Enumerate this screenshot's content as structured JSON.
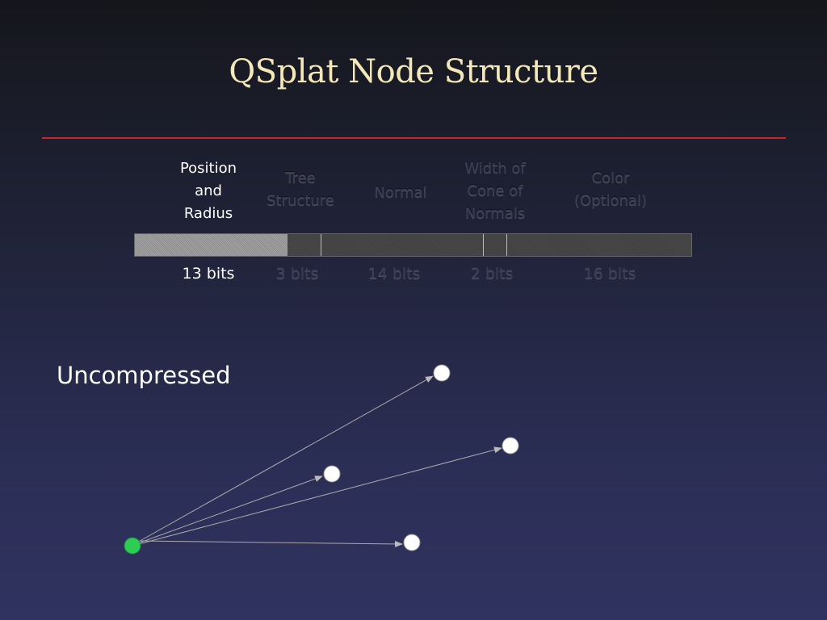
{
  "title": "QSplat Node Structure",
  "fields": [
    {
      "label": "Position and Radius",
      "lines": [
        "Position",
        "and",
        "Radius"
      ],
      "bits": "13 bits"
    },
    {
      "label": "Tree Structure",
      "lines": [
        "Tree",
        "Structure"
      ],
      "bits": "3 bits"
    },
    {
      "label": "Normal",
      "lines": [
        "Normal"
      ],
      "bits": "14 bits"
    },
    {
      "label": "Width of Cone of Normals",
      "lines": [
        "Width of",
        "Cone of",
        "Normals"
      ],
      "bits": "2 bits"
    },
    {
      "label": "Color (Optional)",
      "lines": [
        "Color",
        "(Optional)"
      ],
      "bits": "16 bits"
    }
  ],
  "diagram_label": "Uncompressed",
  "colors": {
    "accent_line": "#c8232a",
    "title": "#f4e7b8",
    "root_node": "#2ecc55",
    "child_node": "#ffffff"
  }
}
